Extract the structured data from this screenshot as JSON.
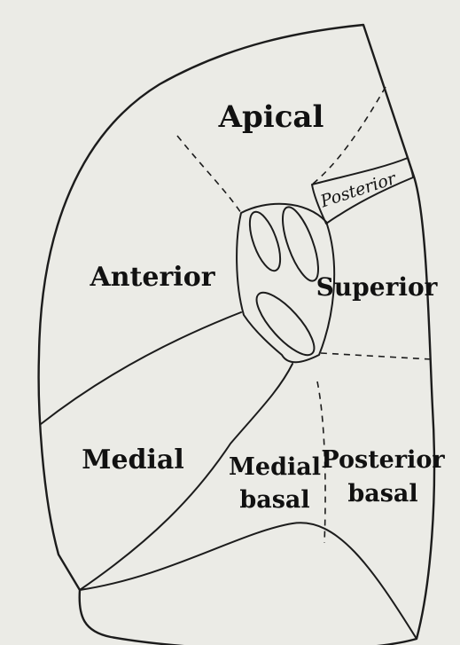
{
  "diagram": {
    "segment_labels": {
      "apical": "Apical",
      "posterior": "Posterior",
      "anterior": "Anterior",
      "superior": "Superior",
      "medial": "Medial",
      "medial_basal_line1": "Medial",
      "medial_basal_line2": "basal",
      "posterior_basal_line1": "Posterior",
      "posterior_basal_line2": "basal"
    },
    "colors": {
      "paper": "#ebebe6",
      "ink": "#1c1c1c"
    }
  }
}
